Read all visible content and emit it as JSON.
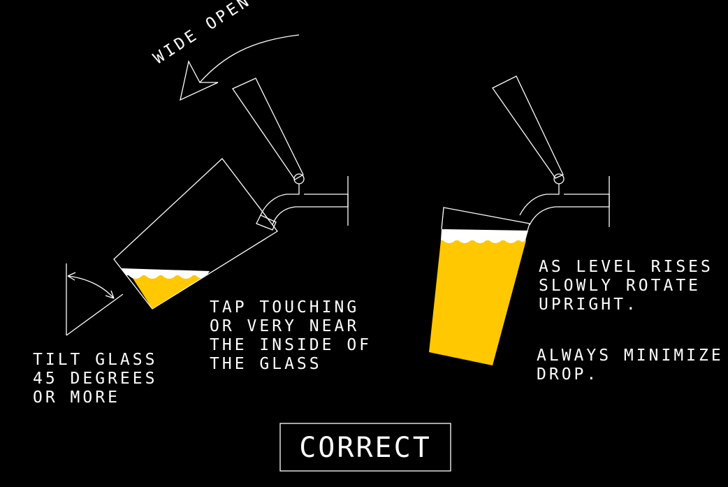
{
  "labels": {
    "wide_open": "WIDE OPEN",
    "tilt_glass": [
      "TILT GLASS",
      "45 DEGREES",
      "OR MORE"
    ],
    "tap_touching": [
      "TAP TOUCHING",
      "OR VERY NEAR",
      "THE INSIDE OF",
      "THE GLASS"
    ],
    "level_rises": [
      "AS LEVEL RISES",
      "SLOWLY ROTATE",
      "UPRIGHT."
    ],
    "minimize_drop": [
      "ALWAYS MINIMIZE",
      "DROP."
    ],
    "verdict": "CORRECT"
  },
  "colors": {
    "background": "#000000",
    "line": "#ffffff",
    "beer": "#ffc800",
    "foam": "#ffffff"
  }
}
